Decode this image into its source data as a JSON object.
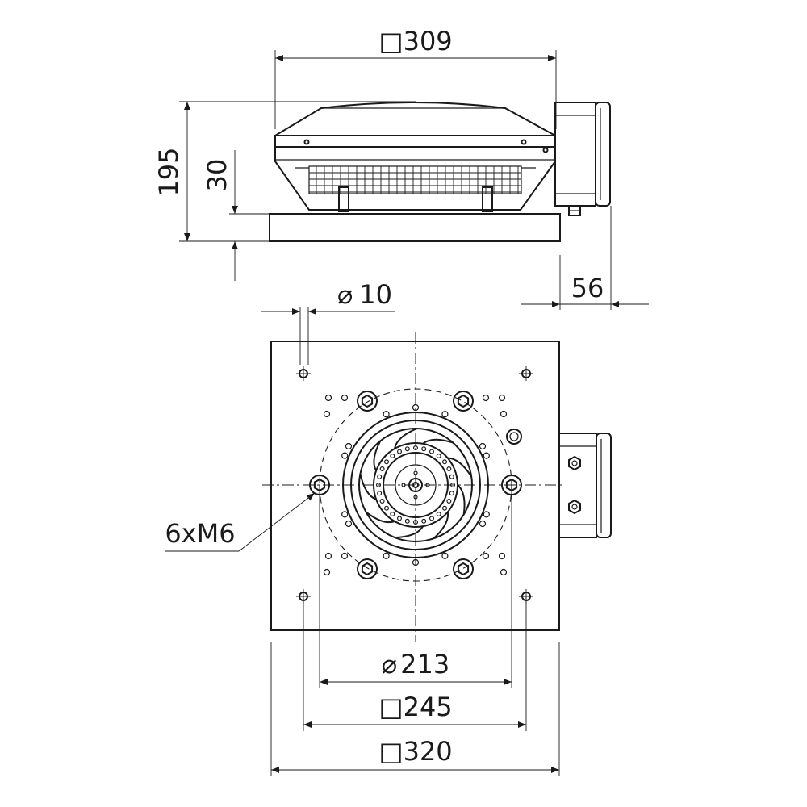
{
  "drawing": {
    "dimensions": {
      "top_width": "309",
      "total_height": "195",
      "base_height": "30",
      "box_depth": "56",
      "hole_diameter": "10",
      "thread_callout": "6xM6",
      "bolt_circle": "213",
      "hole_square": "245",
      "base_square": "320"
    },
    "symbols": {
      "square": "□",
      "diameter": "⌀"
    }
  }
}
